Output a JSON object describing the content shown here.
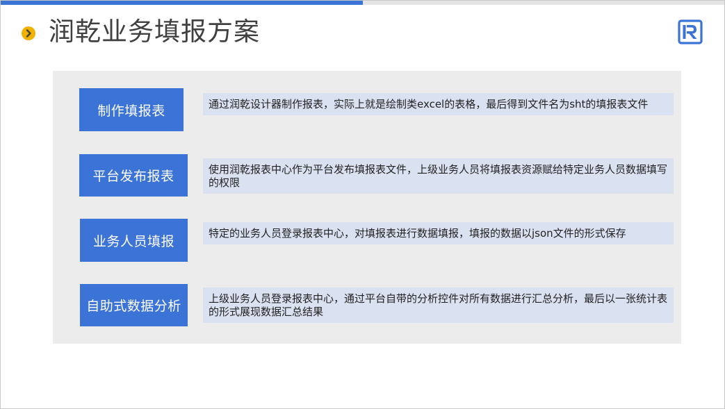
{
  "header": {
    "title": "润乾业务填报方案",
    "bullet_icon": "chevron-right-icon",
    "logo_icon": "runqian-r-logo-icon",
    "progress_fraction": 0.5
  },
  "steps": [
    {
      "label": "制作填报表",
      "description": "通过润乾设计器制作报表，实际上就是绘制类excel的表格，最后得到文件名为sht的填报表文件"
    },
    {
      "label": "平台发布报表",
      "description": "使用润乾报表中心作为平台发布填报表文件，上级业务人员将填报表资源赋给特定业务人员数据填写的权限"
    },
    {
      "label": "业务人员填报",
      "description": "特定的业务人员登录报表中心，对填报表进行数据填报，填报的数据以json文件的形式保存"
    },
    {
      "label": "自助式数据分析",
      "description": "上级业务人员登录报表中心，通过平台自带的分析控件对所有数据进行汇总分析，最后以一张统计表的形式展现数据汇总结果"
    }
  ],
  "colors": {
    "accent_blue": "#3c73d6",
    "bullet_orange": "#f0b100",
    "panel_gray": "#ececec",
    "desc_blue": "#dae1f1"
  }
}
